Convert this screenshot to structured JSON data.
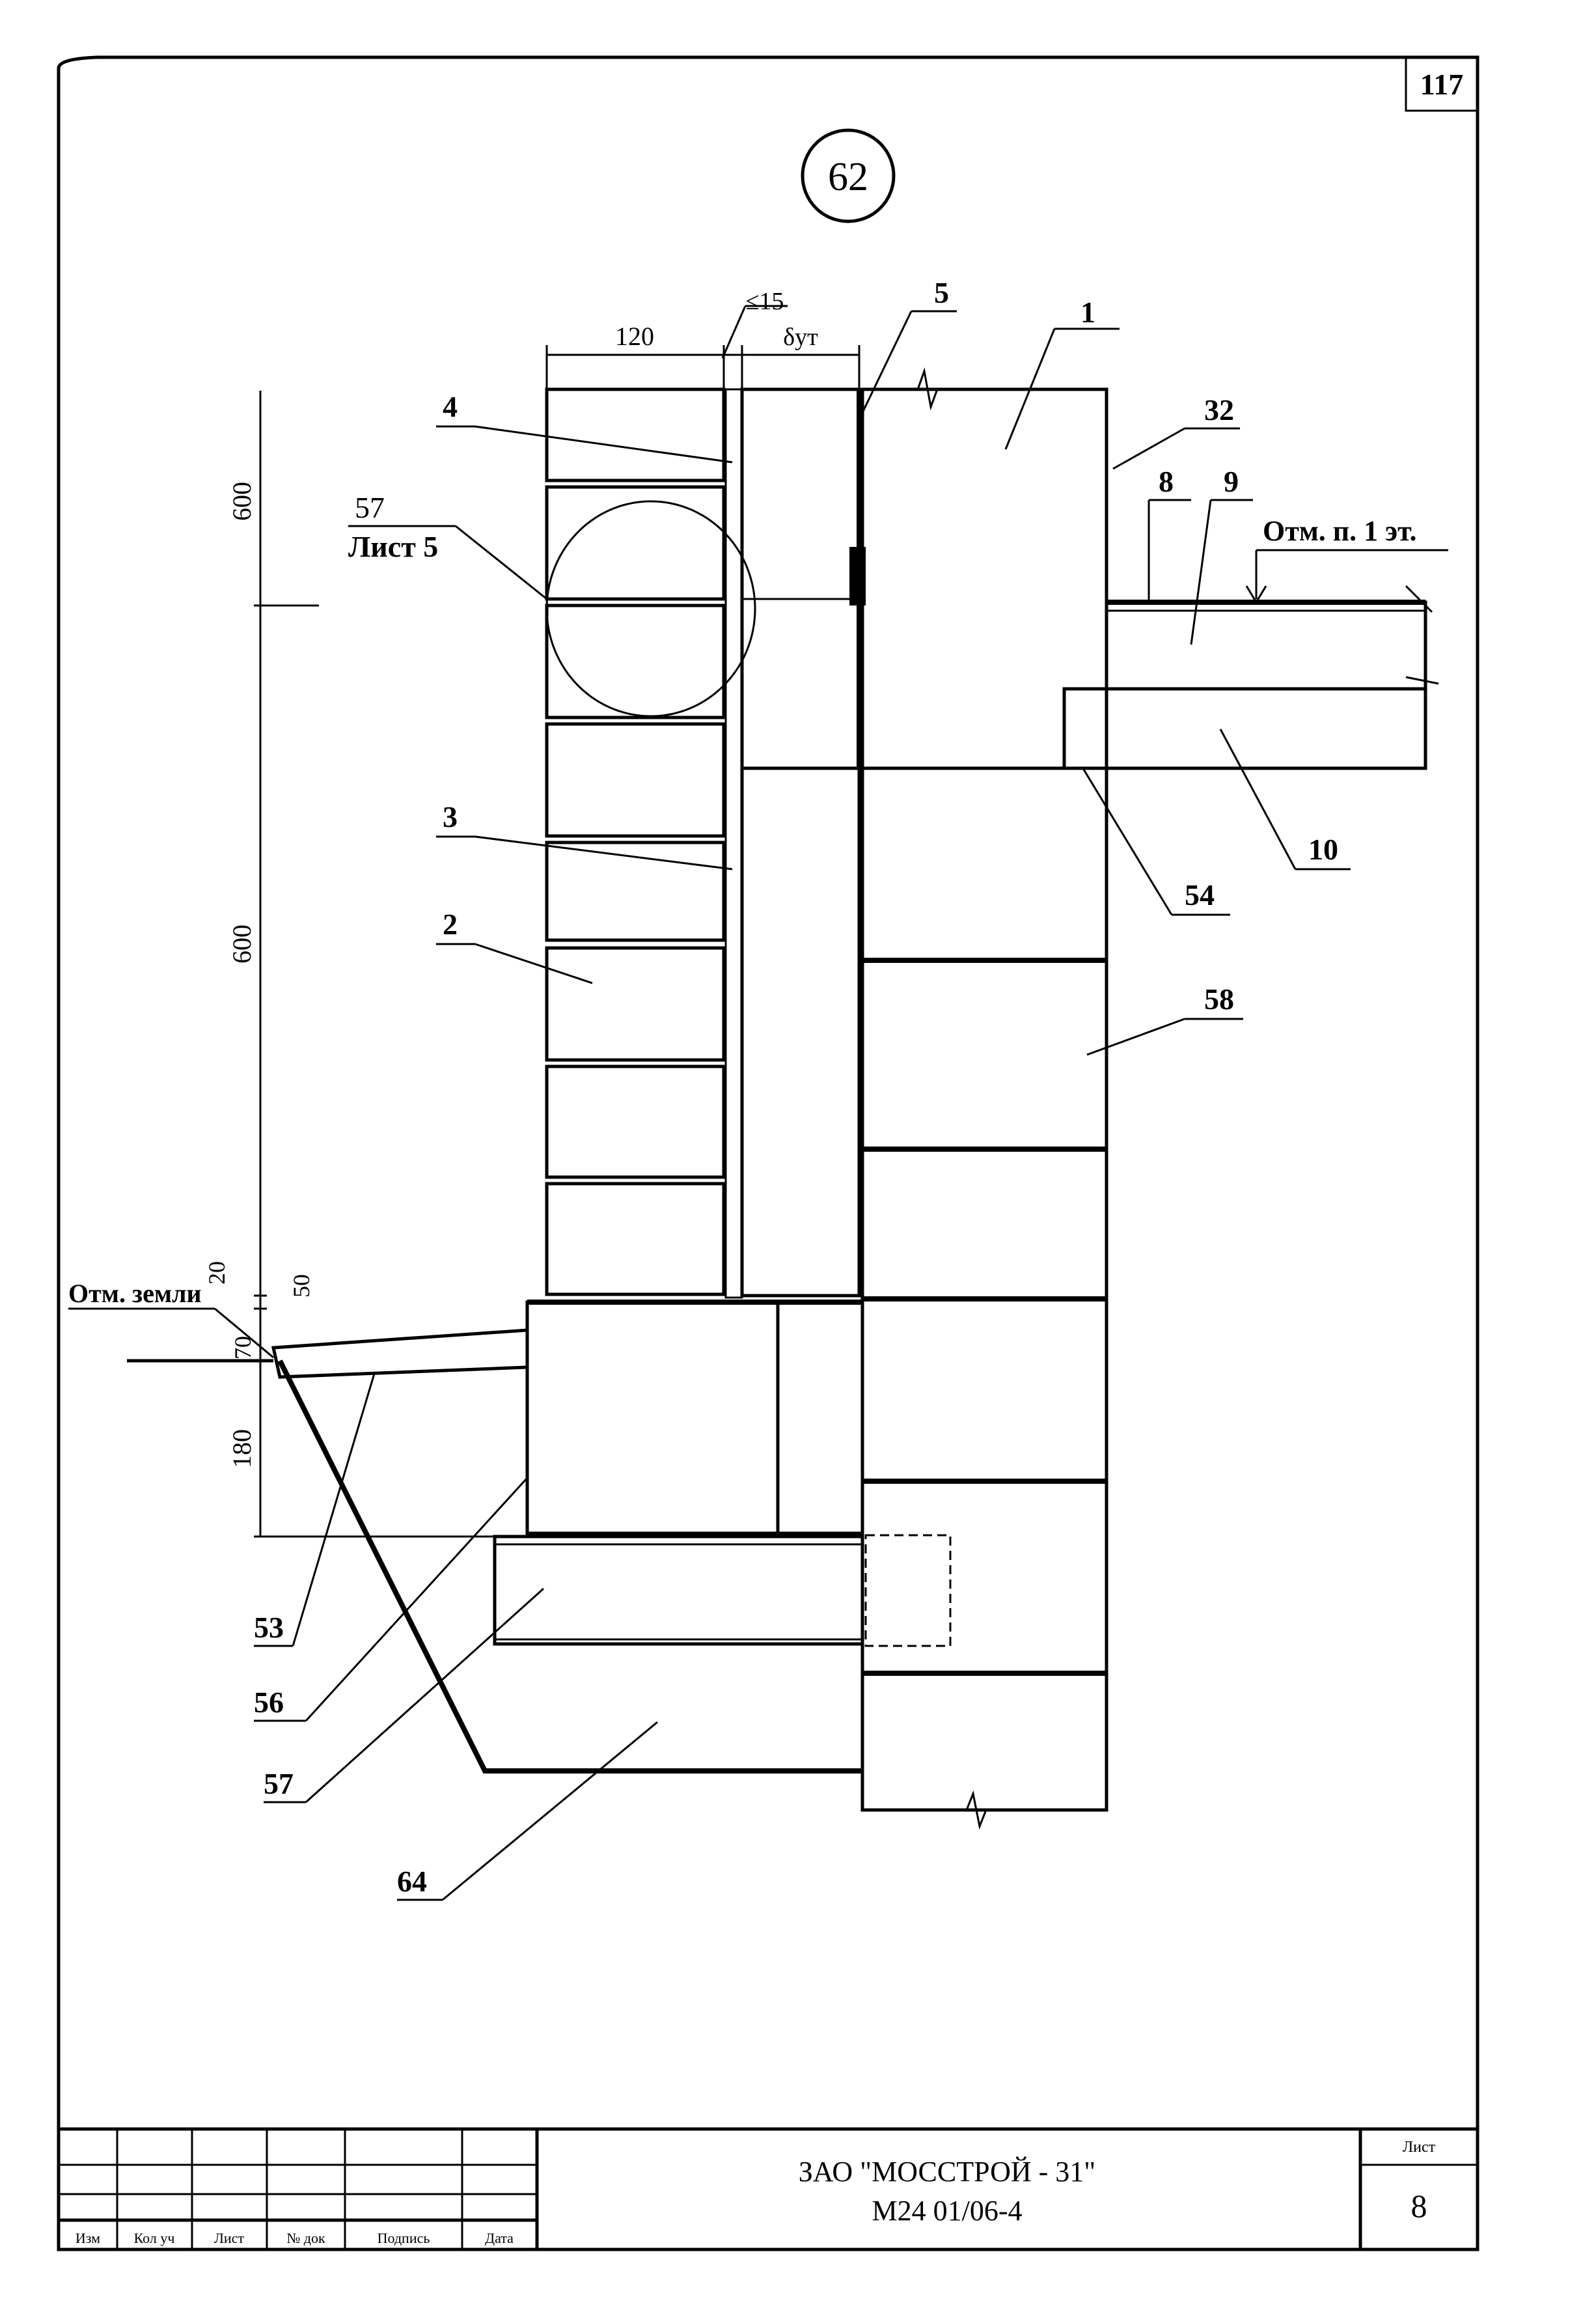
{
  "sheet_corner_number": "117",
  "detail_number": "62",
  "dimensions": {
    "top_brick": "120",
    "top_gap": "≤15",
    "top_insulation": "δут",
    "left_600_top": "600",
    "left_600_mid": "600",
    "left_20": "20",
    "left_50": "50",
    "left_70": "70",
    "left_180": "180"
  },
  "labels": {
    "ground_level": "Отм. земли",
    "floor_level": "Отм. п. 1 эт.",
    "sheet_ref_num": "57",
    "sheet_ref_text": "Лист 5"
  },
  "callouts": {
    "c1": "1",
    "c2": "2",
    "c3": "3",
    "c4": "4",
    "c5": "5",
    "c8": "8",
    "c9": "9",
    "c10": "10",
    "c32": "32",
    "c53": "53",
    "c54": "54",
    "c56": "56",
    "c57": "57",
    "c58": "58",
    "c64": "64"
  },
  "title_block": {
    "company": "ЗАО \"МОССТРОЙ - 31\"",
    "doc_code": "М24 01/06-4",
    "sheet_label": "Лист",
    "sheet_number": "8",
    "columns": [
      "Изм",
      "Кол уч",
      "Лист",
      "№ док",
      "Подпись",
      "Дата"
    ]
  }
}
